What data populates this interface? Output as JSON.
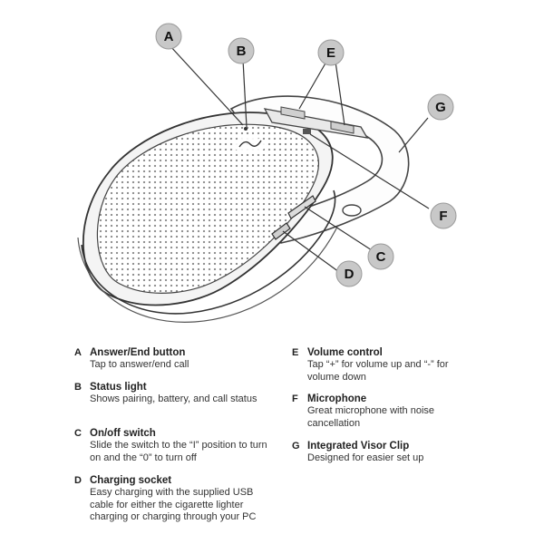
{
  "callouts": {
    "A": "A",
    "B": "B",
    "C": "C",
    "D": "D",
    "E": "E",
    "F": "F",
    "G": "G"
  },
  "legend": {
    "A": {
      "letter": "A",
      "title": "Answer/End button",
      "desc": "Tap to answer/end call"
    },
    "B": {
      "letter": "B",
      "title": "Status light",
      "desc": "Shows pairing, battery, and call status"
    },
    "C": {
      "letter": "C",
      "title": "On/off switch",
      "desc": "Slide the switch to the “I” position to turn on and the “0” to turn off"
    },
    "D": {
      "letter": "D",
      "title": "Charging socket",
      "desc": "Easy charging with the supplied USB cable for either the cigarette lighter charging or charging through your PC"
    },
    "E": {
      "letter": "E",
      "title": "Volume control",
      "desc": "Tap “+” for volume up and “-” for volume down"
    },
    "F": {
      "letter": "F",
      "title": "Microphone",
      "desc": "Great microphone with noise cancellation"
    },
    "G": {
      "letter": "G",
      "title": "Integrated Visor Clip",
      "desc": "Designed for easier set up"
    }
  }
}
